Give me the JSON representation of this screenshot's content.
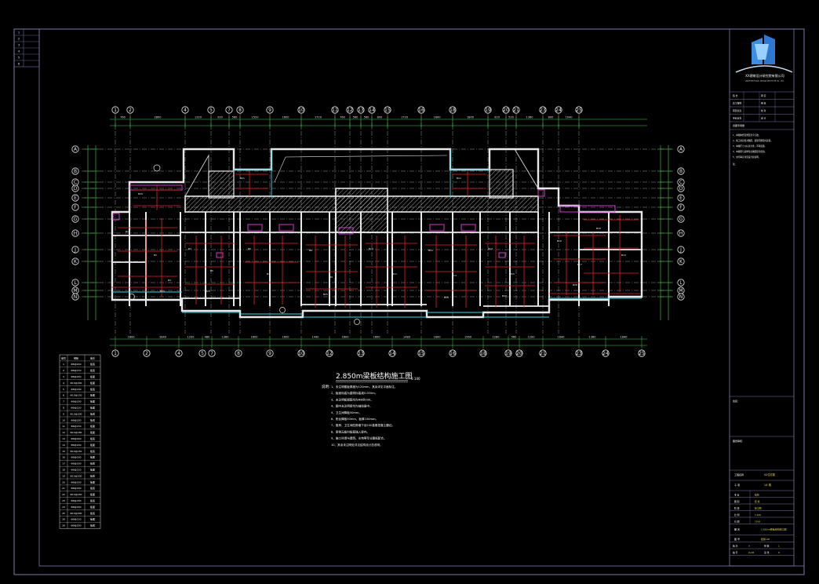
{
  "drawing": {
    "title": "2.850m梁板结构施工图",
    "scale": "1:100",
    "notes_label": "说明：",
    "notes": [
      "1、未注明楼板厚度为120mm，其余详见平面标注。",
      "2、板面标高为建筑标高减0.050m。",
      "3、未注明板钢筋均为Φ8@200。",
      "4、图中未注明梁均为轴线居中。",
      "5、卫生间降板50mm。",
      "6、阳台降板50mm，板厚100mm。",
      "7、厨房、卫生间四周墙下设200高素混凝土翻边。",
      "8、梁侧无板时板筋锚入梁内。",
      "9、施工时请与建筑、水电等专业图纸配合。",
      "10、其余未注明处详见结构设计总说明。"
    ]
  },
  "axes": {
    "top": [
      "1",
      "2",
      "4",
      "5",
      "7",
      "8",
      "9",
      "10",
      "11",
      "12",
      "13",
      "14",
      "15",
      "16",
      "18",
      "19",
      "20",
      "21",
      "23",
      "24",
      "25"
    ],
    "bottom": [
      "1",
      "2",
      "4",
      "5",
      "7",
      "8",
      "9",
      "10",
      "12",
      "13",
      "14",
      "15",
      "16",
      "18",
      "19",
      "20",
      "21",
      "23",
      "24",
      "25"
    ],
    "left": [
      "A",
      "B",
      "C",
      "D",
      "E",
      "F",
      "G",
      "H",
      "J",
      "K",
      "L",
      "M",
      "N"
    ],
    "right": [
      "A",
      "B",
      "C",
      "D",
      "E",
      "F",
      "G",
      "H",
      "J",
      "K",
      "L",
      "M",
      "N"
    ]
  },
  "revision_table": {
    "rows": [
      "1",
      "2",
      "3",
      "4",
      "5",
      "6"
    ]
  },
  "schedule": {
    "header": [
      "编号",
      "钢筋",
      "备注"
    ],
    "rows": [
      [
        "1",
        "Φ8@200",
        "板底"
      ],
      [
        "2",
        "Φ8@150",
        "板底"
      ],
      [
        "3",
        "Φ8@200",
        "板面"
      ],
      [
        "4",
        "Φ10@200",
        "板面"
      ],
      [
        "5",
        "Φ8@180",
        "板底"
      ],
      [
        "6",
        "Φ10@150",
        "板面"
      ],
      [
        "7",
        "Φ8@200",
        "板面"
      ],
      [
        "8",
        "Φ8@150",
        "板面"
      ],
      [
        "9",
        "Φ10@200",
        "板底"
      ],
      [
        "10",
        "Φ8@200",
        "板底"
      ],
      [
        "11",
        "Φ8@150",
        "板面"
      ],
      [
        "12",
        "Φ10@180",
        "板面"
      ],
      [
        "13",
        "Φ8@200",
        "板底"
      ],
      [
        "14",
        "Φ8@200",
        "板面"
      ],
      [
        "15",
        "Φ10@150",
        "板底"
      ],
      [
        "16",
        "Φ8@180",
        "板面"
      ],
      [
        "17",
        "Φ8@200",
        "板底"
      ],
      [
        "18",
        "Φ8@150",
        "板面"
      ],
      [
        "19",
        "Φ10@200",
        "板底"
      ],
      [
        "20",
        "Φ8@200",
        "板面"
      ],
      [
        "21",
        "Φ8@200",
        "板底"
      ],
      [
        "22",
        "Φ10@150",
        "板面"
      ],
      [
        "23",
        "Φ8@180",
        "板底"
      ],
      [
        "24",
        "Φ8@200",
        "板面"
      ],
      [
        "25",
        "Φ10@200",
        "板底"
      ],
      [
        "26",
        "Φ8@150",
        "板面"
      ]
    ],
    "footer": [
      "26",
      "Φ8@200",
      "板底"
    ]
  },
  "title_block": {
    "company": "XX建筑设计研究院有限公司",
    "company_en": "ARCHITECTURAL DESIGN INSTITUTE CO., LTD.",
    "signature_rows": [
      [
        "院 长",
        "",
        "审 定",
        ""
      ],
      [
        "总工程师",
        "",
        "审 核",
        ""
      ],
      [
        "项目负责",
        "",
        "校 对",
        ""
      ],
      [
        "专业负责",
        "",
        "设 计",
        ""
      ]
    ],
    "cert_label": "出图专用章",
    "remarks": [
      "1、本图未经盖章及签字无效。",
      "2、施工前应核对图纸，发现问题及时反馈。",
      "3、本图尺寸以标注为准，不得度量。",
      "4、本图须与其他专业图纸配合使用。",
      "5、未尽事宜详见设计总说明。"
    ],
    "remarks_label": "注：",
    "box1_label": "会签：",
    "box2_label": "图纸审核：",
    "project_label": "工程名称",
    "project_value": "XX住宅楼",
    "sub_label": "子 项",
    "sub_value": "1# 楼",
    "info_rows": [
      [
        "专 业",
        "结构"
      ],
      [
        "图 别",
        "结 施"
      ],
      [
        "阶 段",
        "施工图"
      ],
      [
        "比 例",
        "1:100"
      ],
      [
        "日 期",
        "2016"
      ]
    ],
    "drawing_name_label": "图 名",
    "drawing_name": "2.850m梁板结构施工图",
    "number_label": "图 号",
    "number_value": "结施-08",
    "bottom_rows": [
      [
        "版 次",
        "A",
        "张 数",
        "1"
      ],
      [
        "编 号",
        "JS-08",
        "第 张",
        "8"
      ]
    ]
  }
}
